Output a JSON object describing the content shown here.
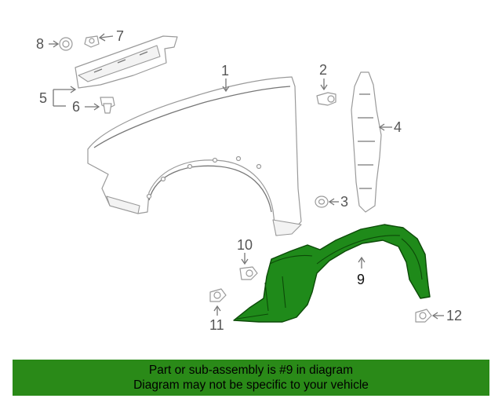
{
  "diagram": {
    "callouts": [
      "1",
      "2",
      "3",
      "4",
      "5",
      "6",
      "7",
      "8",
      "9",
      "10",
      "11",
      "12"
    ]
  },
  "banner": {
    "line1": "Part or sub-assembly is #9 in diagram",
    "line2": "Diagram may not be specific to your vehicle"
  },
  "colors": {
    "highlight": "#1f8a1a",
    "banner_background": "#2a8a18",
    "line_art": "#9a9a9a"
  }
}
